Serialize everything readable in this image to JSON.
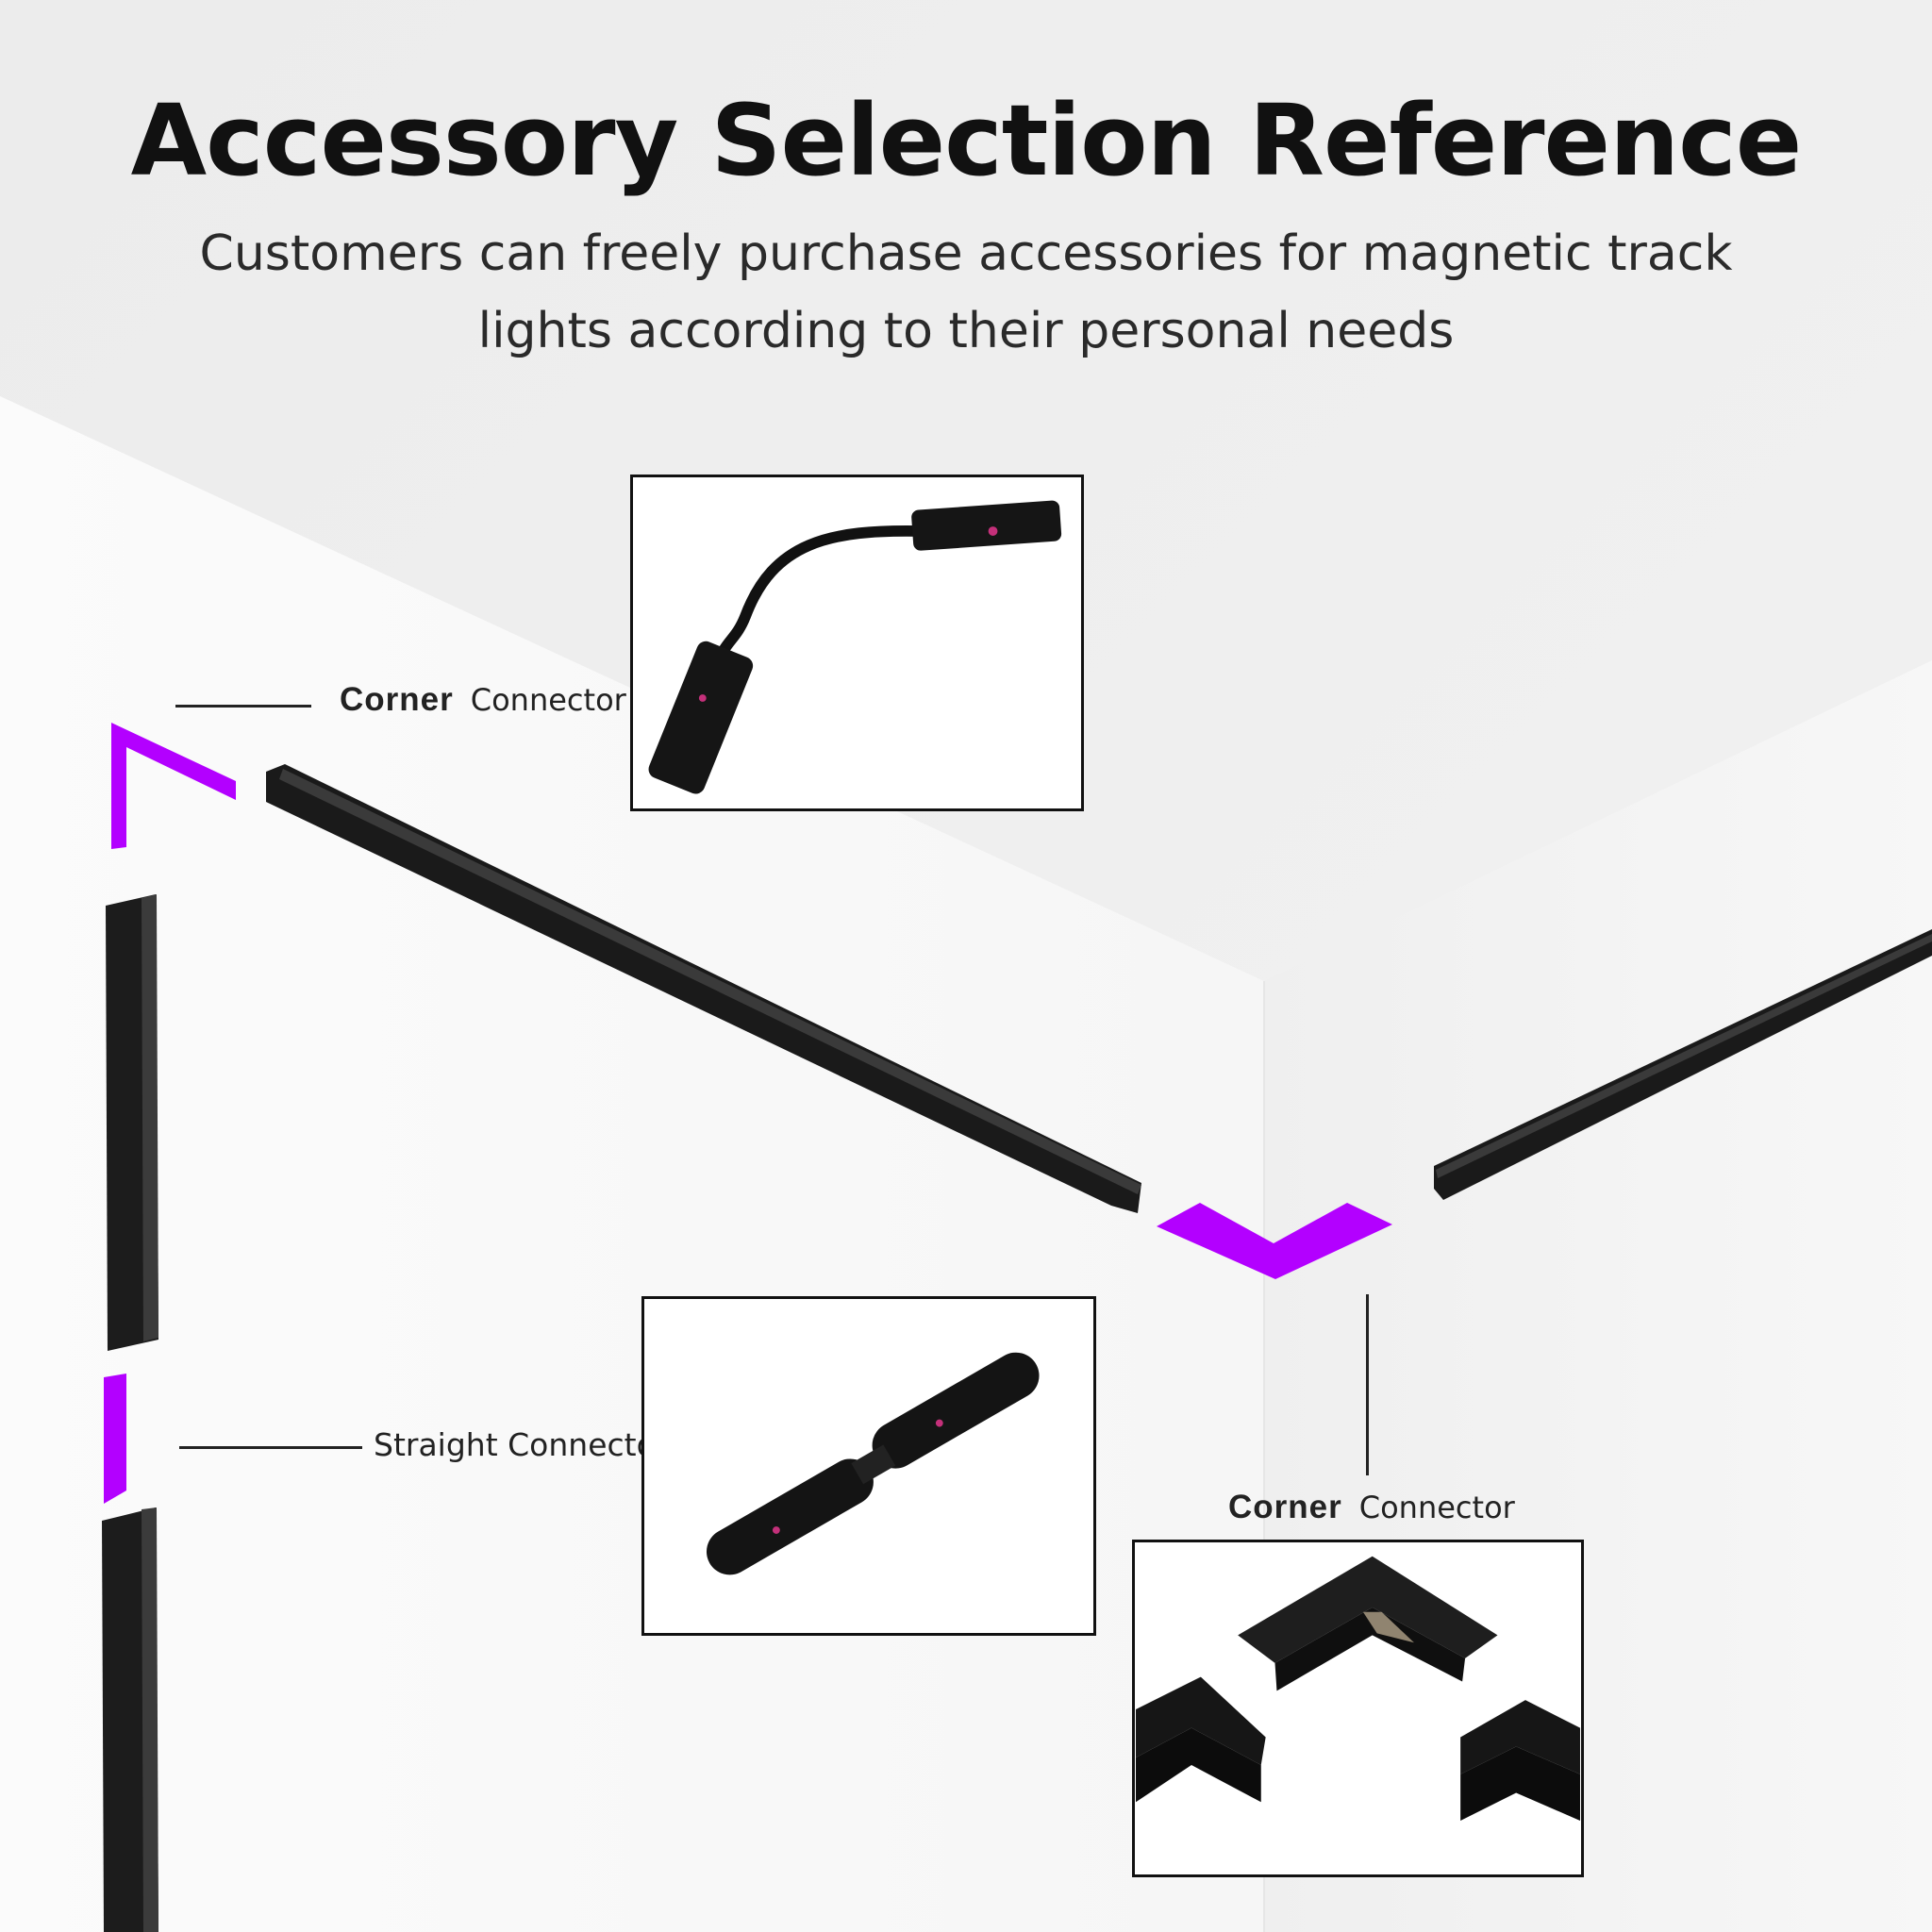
{
  "header": {
    "title": "Accessory Selection Reference",
    "subtitle_line1": "Customers can freely purchase accessories for magnetic track",
    "subtitle_line2": "lights according to their personal needs"
  },
  "callouts": {
    "corner_top": {
      "strong": "Corner",
      "weak": "Connector"
    },
    "straight": {
      "text": "Straight Connector"
    },
    "corner_bottom": {
      "strong": "Corner",
      "weak": "Connector"
    }
  },
  "colors": {
    "accent": "#b300ff",
    "track": "#1c1c1c",
    "background": "#f4f4f4"
  }
}
